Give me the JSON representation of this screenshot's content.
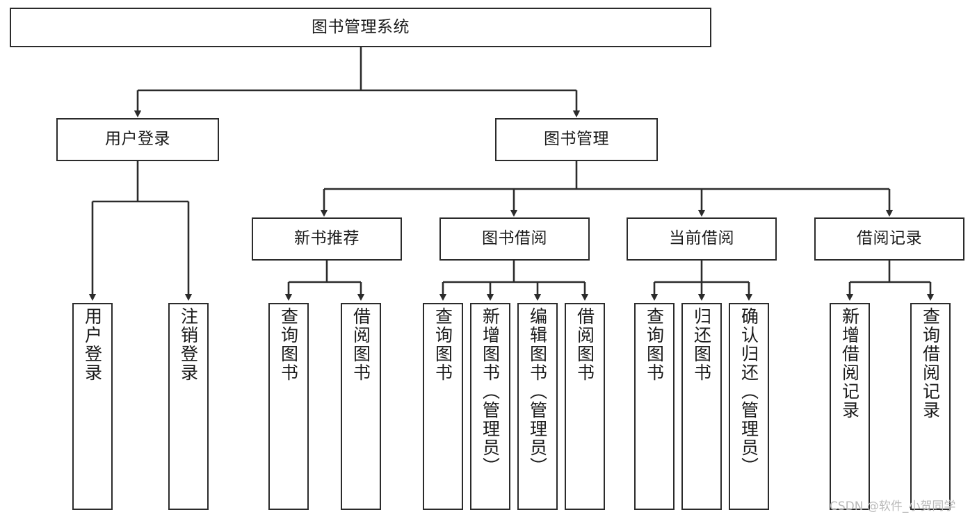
{
  "diagram": {
    "type": "tree-hierarchy",
    "title": "图书管理系统",
    "orientation": "top-down",
    "colors": {
      "stroke": "#2b2b2b",
      "fill": "#ffffff",
      "text": "#1a1a1a",
      "watermark": "#b9b9b9"
    },
    "root": {
      "label": "图书管理系统"
    },
    "level2": [
      {
        "label": "用户登录"
      },
      {
        "label": "图书管理"
      }
    ],
    "level3": [
      {
        "label": "新书推荐"
      },
      {
        "label": "图书借阅"
      },
      {
        "label": "当前借阅"
      },
      {
        "label": "借阅记录"
      }
    ],
    "leaves": {
      "user_login": [
        {
          "label": "用户登录"
        },
        {
          "label": "注销登录"
        }
      ],
      "new_book_recommend": [
        {
          "label": "查询图书"
        },
        {
          "label": "借阅图书"
        }
      ],
      "book_borrow": [
        {
          "label": "查询图书"
        },
        {
          "label": "新增图书（管理员）"
        },
        {
          "label": "编辑图书（管理员）"
        },
        {
          "label": "借阅图书"
        }
      ],
      "current_borrow": [
        {
          "label": "查询图书"
        },
        {
          "label": "归还图书"
        },
        {
          "label": "确认归还（管理员）"
        }
      ],
      "borrow_record": [
        {
          "label": "新增借阅记录"
        },
        {
          "label": "查询借阅记录"
        }
      ]
    }
  },
  "watermark": {
    "text": "CSDN @软件_小贺同学"
  }
}
